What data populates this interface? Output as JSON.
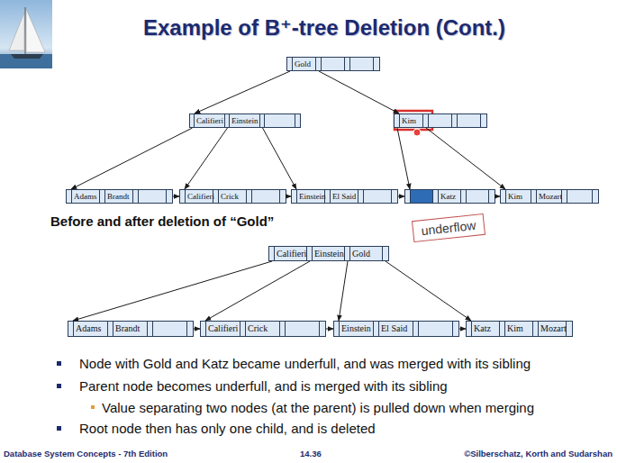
{
  "diagram": {
    "title": "Example of B⁺-tree Deletion (Cont.)",
    "nodes": [
      {
        "text": [
          "Gold"
        ]
      },
      {
        "text": [
          "Califieri",
          "Einstein"
        ]
      },
      {
        "text": [
          "Kim"
        ]
      },
      {
        "text": [
          "Adams",
          "Brandt"
        ]
      },
      {
        "text": [
          "Califieri",
          "Crick"
        ]
      },
      {
        "text": [
          "Einstein",
          "El Said"
        ]
      },
      {
        "text": [
          "Katz"
        ]
      },
      {
        "text": [
          "Kim",
          "Mozart"
        ]
      },
      {
        "text": [
          "underflow"
        ]
      },
      {
        "text": [
          "Califieri",
          "Einstein",
          "Gold"
        ]
      },
      {
        "text": [
          "Adams",
          "Brandt"
        ]
      },
      {
        "text": [
          "Califieri",
          "Crick"
        ]
      },
      {
        "text": [
          "Einstein",
          "El Said"
        ]
      },
      {
        "text": [
          "Katz",
          "Kim",
          "Mozart"
        ]
      }
    ],
    "edges": [
      {
        "from": 0,
        "to": 1,
        "arrow": "to"
      },
      {
        "from": 0,
        "to": 2,
        "arrow": "to"
      },
      {
        "from": 1,
        "to": 3,
        "arrow": "to"
      },
      {
        "from": 1,
        "to": 4,
        "arrow": "to"
      },
      {
        "from": 1,
        "to": 5,
        "arrow": "to"
      },
      {
        "from": 2,
        "to": 6,
        "arrow": "to"
      },
      {
        "from": 2,
        "to": 7,
        "arrow": "to"
      },
      {
        "from": 3,
        "to": 4,
        "arrow": "to"
      },
      {
        "from": 4,
        "to": 5,
        "arrow": "to"
      },
      {
        "from": 5,
        "to": 6,
        "arrow": "to"
      },
      {
        "from": 6,
        "to": 7,
        "arrow": "to"
      },
      {
        "from": 9,
        "to": 10,
        "arrow": "to"
      },
      {
        "from": 9,
        "to": 11,
        "arrow": "to"
      },
      {
        "from": 9,
        "to": 12,
        "arrow": "to"
      },
      {
        "from": 9,
        "to": 13,
        "arrow": "to"
      },
      {
        "from": 10,
        "to": 11,
        "arrow": "to"
      },
      {
        "from": 11,
        "to": 12,
        "arrow": "to"
      },
      {
        "from": 12,
        "to": 13,
        "arrow": "to"
      }
    ],
    "labels": [
      "Before and after deletion of “Gold”",
      "Node with Gold and Katz became underfull, and was merged with its sibling",
      "Parent node becomes underfull, and is merged with its sibling",
      "Value separating two nodes (at the parent) is pulled down when merging",
      "Root node then has only one child, and is deleted",
      "Database System Concepts - 7th Edition",
      "14.36",
      "©Silberschatz, Korth and Sudarshan"
    ]
  }
}
